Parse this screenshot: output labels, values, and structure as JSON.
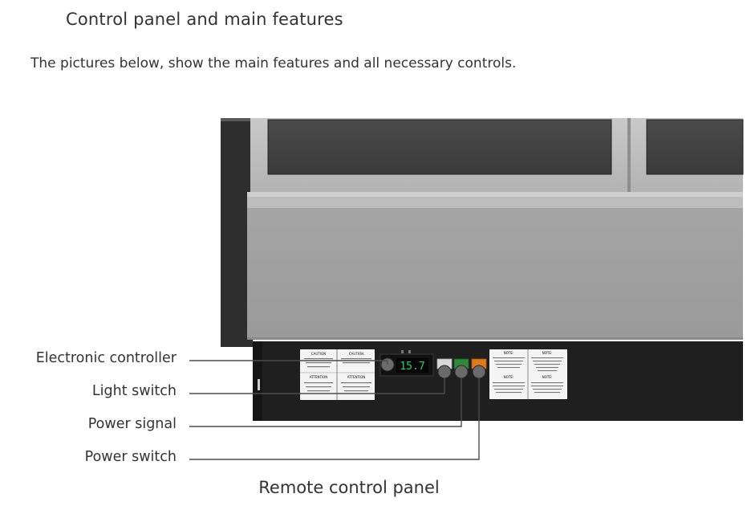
{
  "section_title": "Control panel and main features",
  "intro_text": "The pictures below, show the main features and all necessary controls.",
  "callouts": [
    {
      "label": "Electronic controller"
    },
    {
      "label": "Light switch"
    },
    {
      "label": "Power signal"
    },
    {
      "label": "Power switch"
    }
  ],
  "display_reading": "15.7",
  "caption": "Remote control panel",
  "signs": {
    "caution": "CAUTION",
    "attention": "ATTENTION",
    "note": "NOTE:"
  },
  "colors": {
    "power_signal": "#2f8a3a",
    "power_switch": "#e07a1f",
    "light_switch": "#d9d9d9",
    "display_digits": "#2fd06a"
  }
}
